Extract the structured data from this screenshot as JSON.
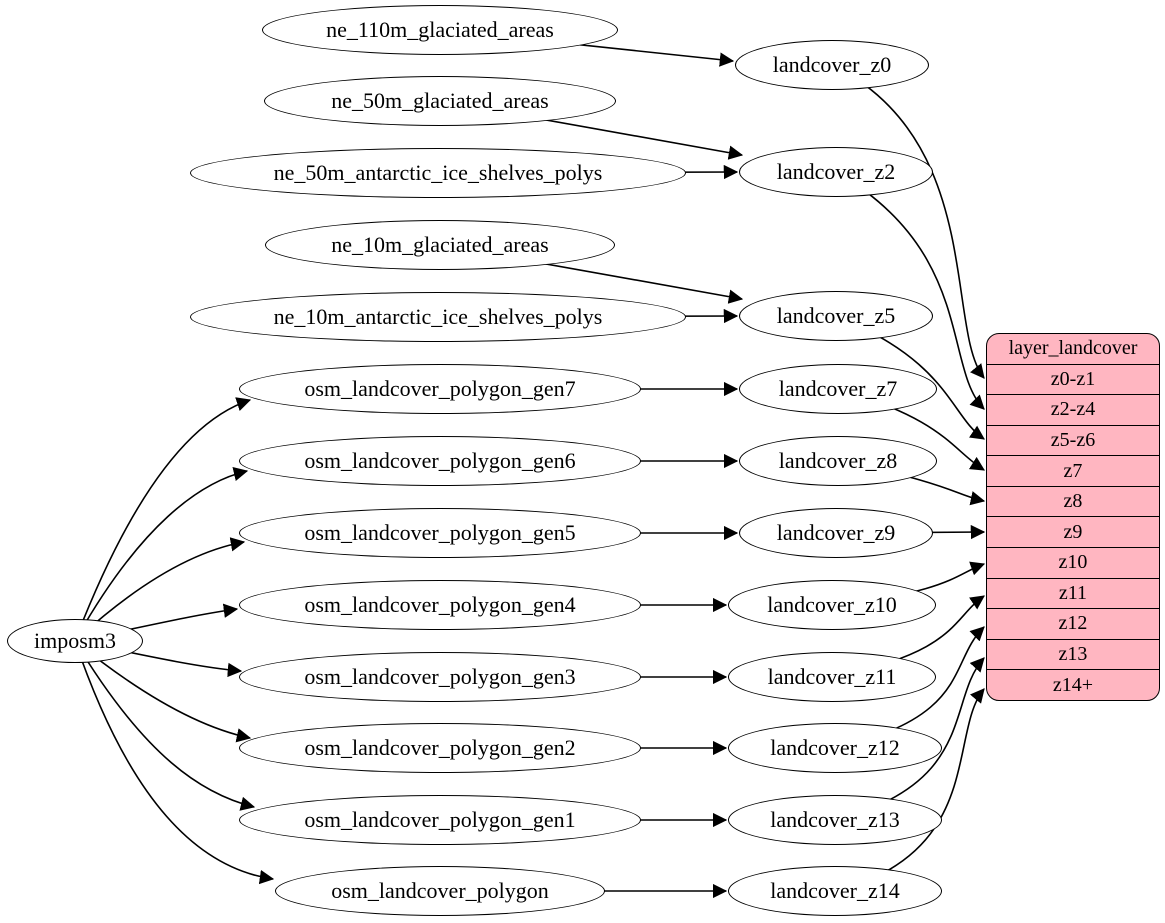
{
  "nodes": {
    "imposm3": "imposm3",
    "ne_110m_glaciated_areas": "ne_110m_glaciated_areas",
    "ne_50m_glaciated_areas": "ne_50m_glaciated_areas",
    "ne_50m_antarctic_ice_shelves_polys": "ne_50m_antarctic_ice_shelves_polys",
    "ne_10m_glaciated_areas": "ne_10m_glaciated_areas",
    "ne_10m_antarctic_ice_shelves_polys": "ne_10m_antarctic_ice_shelves_polys",
    "osm_landcover_polygon_gen7": "osm_landcover_polygon_gen7",
    "osm_landcover_polygon_gen6": "osm_landcover_polygon_gen6",
    "osm_landcover_polygon_gen5": "osm_landcover_polygon_gen5",
    "osm_landcover_polygon_gen4": "osm_landcover_polygon_gen4",
    "osm_landcover_polygon_gen3": "osm_landcover_polygon_gen3",
    "osm_landcover_polygon_gen2": "osm_landcover_polygon_gen2",
    "osm_landcover_polygon_gen1": "osm_landcover_polygon_gen1",
    "osm_landcover_polygon": "osm_landcover_polygon",
    "landcover_z0": "landcover_z0",
    "landcover_z2": "landcover_z2",
    "landcover_z5": "landcover_z5",
    "landcover_z7": "landcover_z7",
    "landcover_z8": "landcover_z8",
    "landcover_z9": "landcover_z9",
    "landcover_z10": "landcover_z10",
    "landcover_z11": "landcover_z11",
    "landcover_z12": "landcover_z12",
    "landcover_z13": "landcover_z13",
    "landcover_z14": "landcover_z14"
  },
  "table": {
    "title": "layer_landcover",
    "rows": [
      "z0-z1",
      "z2-z4",
      "z5-z6",
      "z7",
      "z8",
      "z9",
      "z10",
      "z11",
      "z12",
      "z13",
      "z14+"
    ],
    "fill_color": "#ffb6c1",
    "border_color": "#000000"
  },
  "edges": [
    {
      "from": "imposm3",
      "to": "osm_landcover_polygon_gen7"
    },
    {
      "from": "imposm3",
      "to": "osm_landcover_polygon_gen6"
    },
    {
      "from": "imposm3",
      "to": "osm_landcover_polygon_gen5"
    },
    {
      "from": "imposm3",
      "to": "osm_landcover_polygon_gen4"
    },
    {
      "from": "imposm3",
      "to": "osm_landcover_polygon_gen3"
    },
    {
      "from": "imposm3",
      "to": "osm_landcover_polygon_gen2"
    },
    {
      "from": "imposm3",
      "to": "osm_landcover_polygon_gen1"
    },
    {
      "from": "imposm3",
      "to": "osm_landcover_polygon"
    },
    {
      "from": "ne_110m_glaciated_areas",
      "to": "landcover_z0"
    },
    {
      "from": "ne_50m_glaciated_areas",
      "to": "landcover_z2"
    },
    {
      "from": "ne_50m_antarctic_ice_shelves_polys",
      "to": "landcover_z2"
    },
    {
      "from": "ne_10m_glaciated_areas",
      "to": "landcover_z5"
    },
    {
      "from": "ne_10m_antarctic_ice_shelves_polys",
      "to": "landcover_z5"
    },
    {
      "from": "osm_landcover_polygon_gen7",
      "to": "landcover_z7"
    },
    {
      "from": "osm_landcover_polygon_gen6",
      "to": "landcover_z8"
    },
    {
      "from": "osm_landcover_polygon_gen5",
      "to": "landcover_z9"
    },
    {
      "from": "osm_landcover_polygon_gen4",
      "to": "landcover_z10"
    },
    {
      "from": "osm_landcover_polygon_gen3",
      "to": "landcover_z11"
    },
    {
      "from": "osm_landcover_polygon_gen2",
      "to": "landcover_z12"
    },
    {
      "from": "osm_landcover_polygon_gen1",
      "to": "landcover_z13"
    },
    {
      "from": "osm_landcover_polygon",
      "to": "landcover_z14"
    },
    {
      "from": "landcover_z0",
      "to": "layer_landcover:z0-z1"
    },
    {
      "from": "landcover_z2",
      "to": "layer_landcover:z2-z4"
    },
    {
      "from": "landcover_z5",
      "to": "layer_landcover:z5-z6"
    },
    {
      "from": "landcover_z7",
      "to": "layer_landcover:z7"
    },
    {
      "from": "landcover_z8",
      "to": "layer_landcover:z8"
    },
    {
      "from": "landcover_z9",
      "to": "layer_landcover:z9"
    },
    {
      "from": "landcover_z10",
      "to": "layer_landcover:z10"
    },
    {
      "from": "landcover_z11",
      "to": "layer_landcover:z11"
    },
    {
      "from": "landcover_z12",
      "to": "layer_landcover:z12"
    },
    {
      "from": "landcover_z13",
      "to": "layer_landcover:z13"
    },
    {
      "from": "landcover_z14",
      "to": "layer_landcover:z14+"
    }
  ]
}
